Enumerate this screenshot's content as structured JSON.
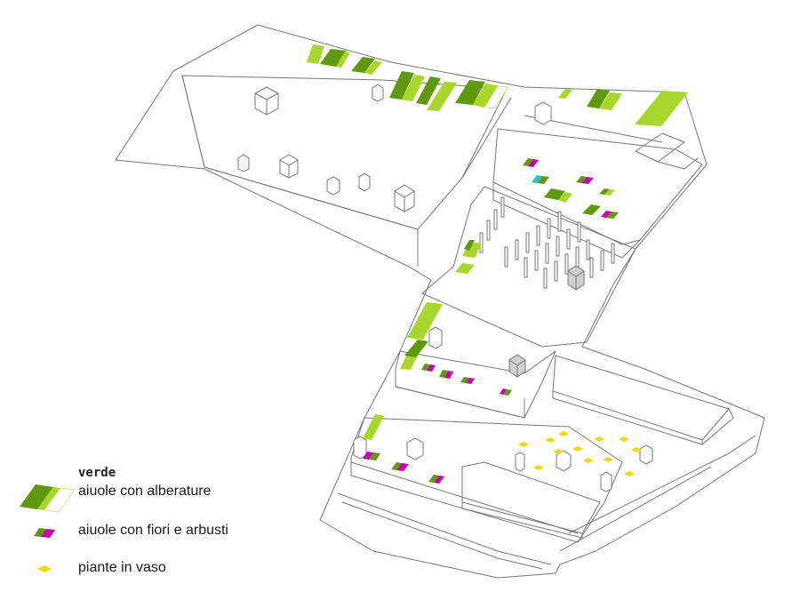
{
  "legend": {
    "title": "verde",
    "items": [
      {
        "label": "aiuole con alberature",
        "symbol": "tree-bed-swatch"
      },
      {
        "label": "aiuole con fiori e arbusti",
        "symbol": "flower-bed-swatch"
      },
      {
        "label": "piante in vaso",
        "symbol": "potted-plant-swatch"
      }
    ]
  },
  "colors": {
    "dark_green": "#5f9a0e",
    "light_green": "#a9d62a",
    "magenta": "#c400b0",
    "cyan": "#22c3d6",
    "yellow": "#e8dc10",
    "line": "#6e6e6e"
  }
}
